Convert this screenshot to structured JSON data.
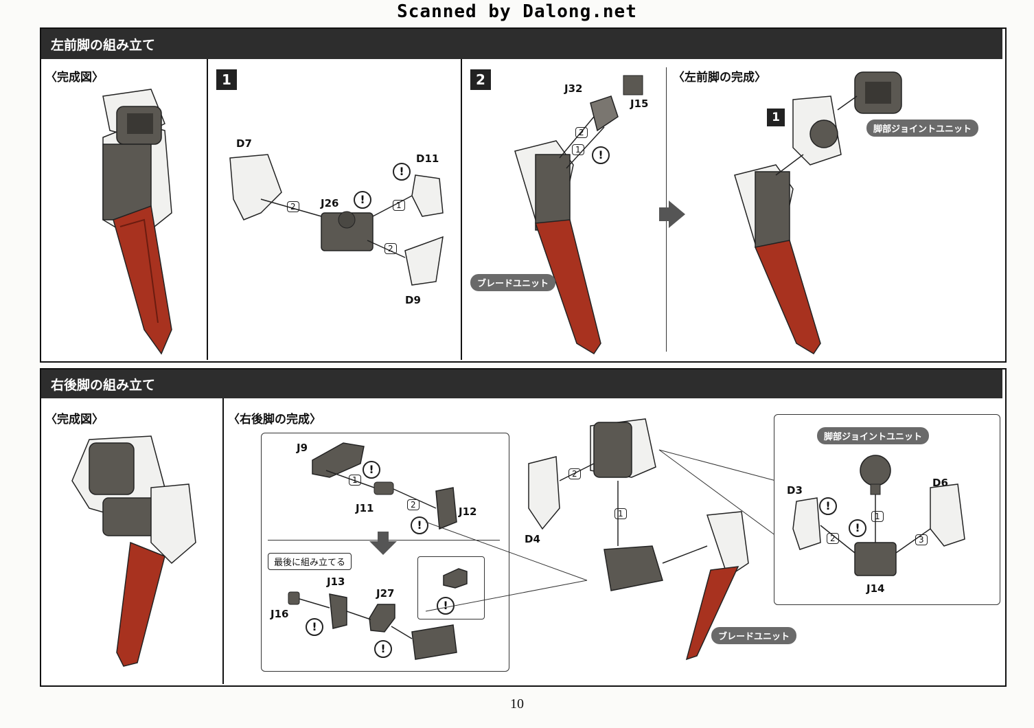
{
  "watermark": "Scanned by Dalong.net",
  "page_number": "10",
  "section1": {
    "title": "左前脚の組み立て",
    "complete_label": "〈完成図〉",
    "step1": {
      "number": "1",
      "parts": [
        {
          "letter": "D",
          "num": "7"
        },
        {
          "letter": "D",
          "num": "11"
        },
        {
          "letter": "J",
          "num": "26"
        },
        {
          "letter": "D",
          "num": "9"
        }
      ],
      "order": [
        "2",
        "1",
        "2"
      ]
    },
    "step2": {
      "number": "2",
      "parts": [
        {
          "letter": "J",
          "num": "32"
        },
        {
          "letter": "J",
          "num": "15"
        }
      ],
      "order": [
        "2",
        "1"
      ],
      "unit_label": "ブレードユニット"
    },
    "finished": {
      "label": "〈左前脚の完成〉",
      "step": "1",
      "unit_label": "脚部ジョイントユニット"
    }
  },
  "section2": {
    "title": "右後脚の組み立て",
    "complete_label": "〈完成図〉",
    "finished_label": "〈右後脚の完成〉",
    "inset1": {
      "parts": [
        {
          "letter": "J",
          "num": "9"
        },
        {
          "letter": "J",
          "num": "11"
        },
        {
          "letter": "J",
          "num": "12"
        }
      ],
      "order": [
        "1",
        "2"
      ]
    },
    "inset2": {
      "note": "最後に組み立てる",
      "parts": [
        {
          "letter": "J",
          "num": "16"
        },
        {
          "letter": "J",
          "num": "13"
        },
        {
          "letter": "J",
          "num": "27"
        }
      ]
    },
    "center": {
      "parts": [
        {
          "letter": "D",
          "num": "4"
        }
      ],
      "order": [
        "2",
        "1"
      ],
      "unit_label": "ブレードユニット"
    },
    "joint_inset": {
      "title": "脚部ジョイントユニット",
      "parts": [
        {
          "letter": "D",
          "num": "3"
        },
        {
          "letter": "D",
          "num": "6"
        },
        {
          "letter": "J",
          "num": "14"
        }
      ],
      "order": [
        "1",
        "2",
        "3"
      ]
    }
  },
  "icons": {
    "warning": "exclamation-icon",
    "step_marker": "hexagon-icon",
    "next": "arrow-right-icon",
    "down": "arrow-down-icon"
  },
  "colors": {
    "header_bg": "#2d2d2d",
    "part_dark": "#5b5852",
    "blade_red": "#a8321f",
    "armor_white": "#f1f1ef"
  }
}
